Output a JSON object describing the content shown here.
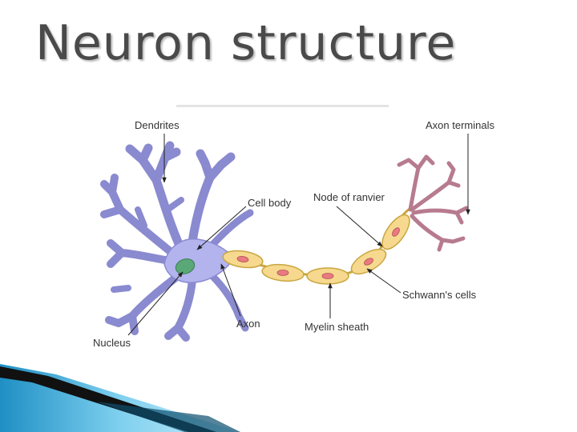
{
  "slide": {
    "title": "Neuron structure"
  },
  "colors": {
    "cell_fill": "#b3b3ee",
    "cell_stroke": "#7f7fc8",
    "nucleus": "#5aa877",
    "myelin_fill": "#f6d98e",
    "myelin_stroke": "#c9a640",
    "schwann_nucleus": "#e87a80",
    "terminal": "#b77b8f",
    "ribbon_blue": "#3aa9dc"
  },
  "labels": {
    "dendrites": "Dendrites",
    "axon_terminals": "Axon terminals",
    "cell_body": "Cell body",
    "node_of_ranvier": "Node of ranvier",
    "schwanns_cells": "Schwann's cells",
    "axon": "Axon",
    "myelin_sheath": "Myelin sheath",
    "nucleus": "Nucleus"
  }
}
